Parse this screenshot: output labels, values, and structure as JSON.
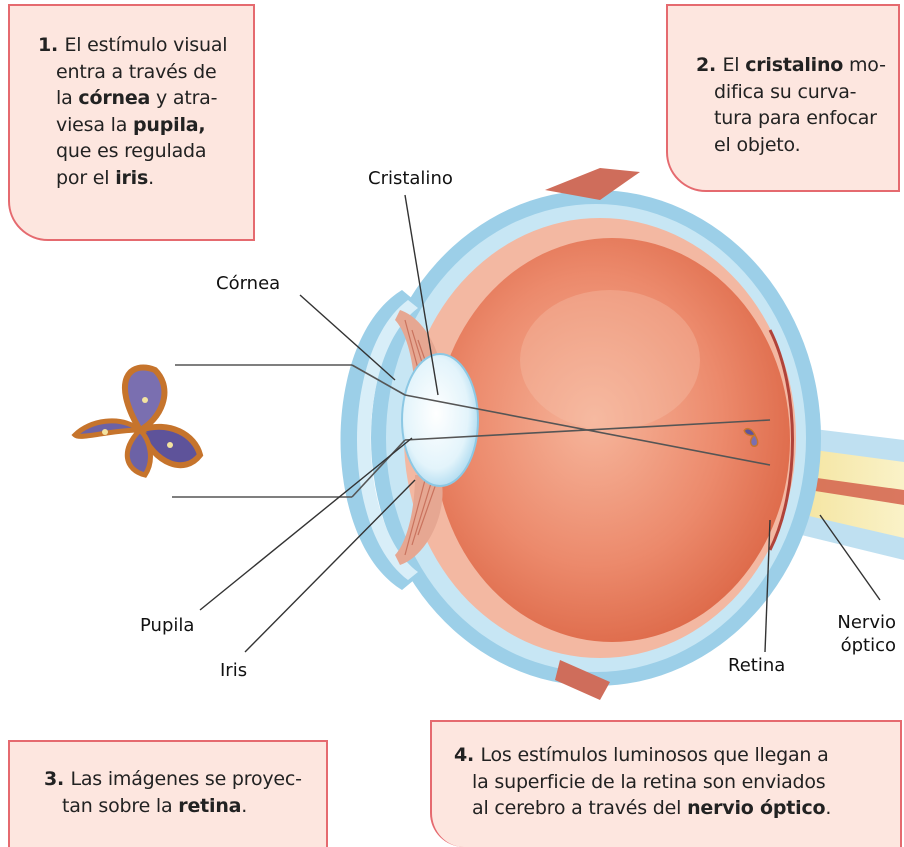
{
  "boxes": {
    "box1": {
      "number": "1.",
      "lines": [
        [
          {
            "t": "El estímulo visual"
          }
        ],
        [
          {
            "t": "entra a través de"
          }
        ],
        [
          {
            "t": "la "
          },
          {
            "t": "córnea",
            "b": true
          },
          {
            "t": " y atra-"
          }
        ],
        [
          {
            "t": "viesa la "
          },
          {
            "t": "pupila,",
            "b": true
          }
        ],
        [
          {
            "t": "que es regulada"
          }
        ],
        [
          {
            "t": "por el "
          },
          {
            "t": "iris",
            "b": true
          },
          {
            "t": "."
          }
        ]
      ]
    },
    "box2": {
      "number": "2.",
      "lines": [
        [
          {
            "t": "El "
          },
          {
            "t": "cristalino",
            "b": true
          },
          {
            "t": " mo-"
          }
        ],
        [
          {
            "t": "difica su curva-"
          }
        ],
        [
          {
            "t": "tura para enfocar"
          }
        ],
        [
          {
            "t": "el objeto."
          }
        ]
      ]
    },
    "box3": {
      "number": "3.",
      "lines": [
        [
          {
            "t": "Las imágenes se proyec-"
          }
        ],
        [
          {
            "t": "tan sobre la "
          },
          {
            "t": "retina",
            "b": true
          },
          {
            "t": "."
          }
        ]
      ]
    },
    "box4": {
      "number": "4.",
      "lines": [
        [
          {
            "t": "Los estímulos luminosos que llegan a"
          }
        ],
        [
          {
            "t": "la superficie de la retina son enviados"
          }
        ],
        [
          {
            "t": "al cerebro a través del "
          },
          {
            "t": "nervio óptico",
            "b": true
          },
          {
            "t": "."
          }
        ]
      ]
    }
  },
  "labels": {
    "cristalino": "Cristalino",
    "cornea": "Córnea",
    "pupila": "Pupila",
    "iris": "Iris",
    "retina": "Retina",
    "nervio_line1": "Nervio",
    "nervio_line2": "óptico"
  },
  "colors": {
    "box_fill": "#fde6df",
    "box_border": "#e56a6f",
    "eye_interior": "#e9795e",
    "sclera_blue": "#9ccfe8",
    "lens": "#e8f6fb",
    "nerve_yellow": "#f3e7a4"
  }
}
